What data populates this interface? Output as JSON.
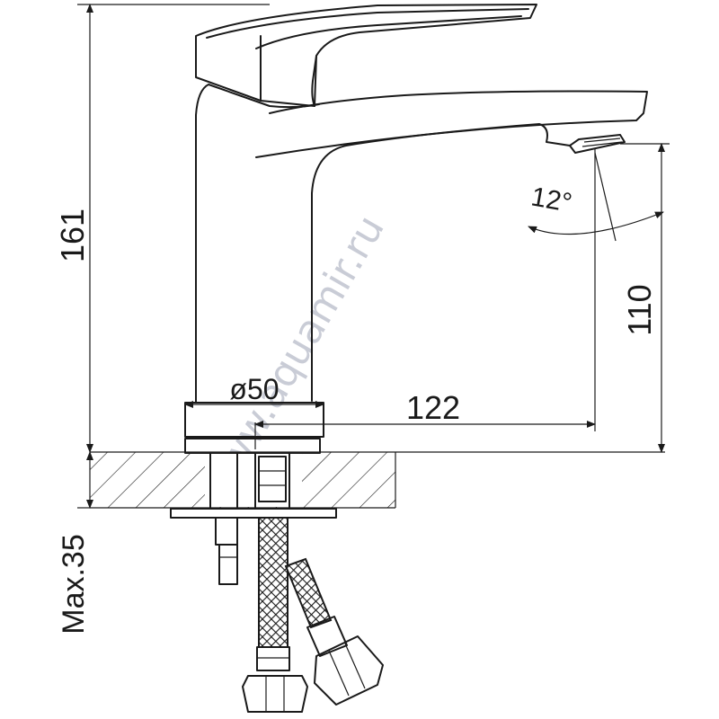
{
  "drawing": {
    "dimensions": {
      "total_height": "161",
      "spout_height": "110",
      "spout_reach": "122",
      "base_diameter": "ø50",
      "max_deck_thickness": "Max.35",
      "spout_angle": "12°"
    },
    "watermark": "www.aquamir.ru"
  }
}
